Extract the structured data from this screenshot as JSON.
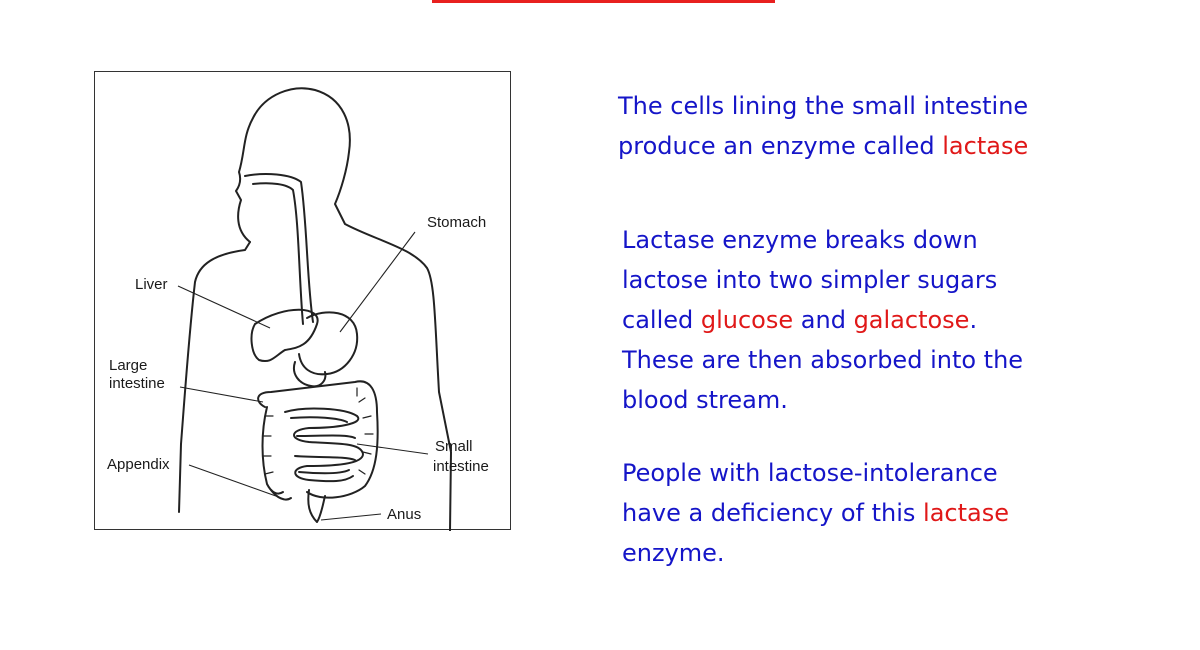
{
  "colors": {
    "body_text": "#1515c8",
    "highlight": "#e01818",
    "rule": "#e8201f"
  },
  "figure": {
    "labels": {
      "stomach": "Stomach",
      "liver": "Liver",
      "large_intestine_l1": "Large",
      "large_intestine_l2": "intestine",
      "appendix": "Appendix",
      "small_intestine_l1": "Small",
      "small_intestine_l2": "intestine",
      "anus": "Anus"
    }
  },
  "paragraphs": {
    "p1": {
      "line1": "The cells lining the small intestine",
      "line2a": "produce an enzyme called ",
      "line2b": "lactase"
    },
    "p2": {
      "line1": "Lactase enzyme breaks down",
      "line2": "lactose into two simpler sugars",
      "line3a": "called ",
      "line3b": "glucose",
      "line3c": " and ",
      "line3d": "galactose",
      "line3e": ".",
      "line4": "These are then absorbed into the",
      "line5": "blood stream."
    },
    "p3": {
      "line1": "People with lactose-intolerance",
      "line2a": "have a deficiency of this ",
      "line2b": "lactase",
      "line3": "enzyme."
    }
  }
}
